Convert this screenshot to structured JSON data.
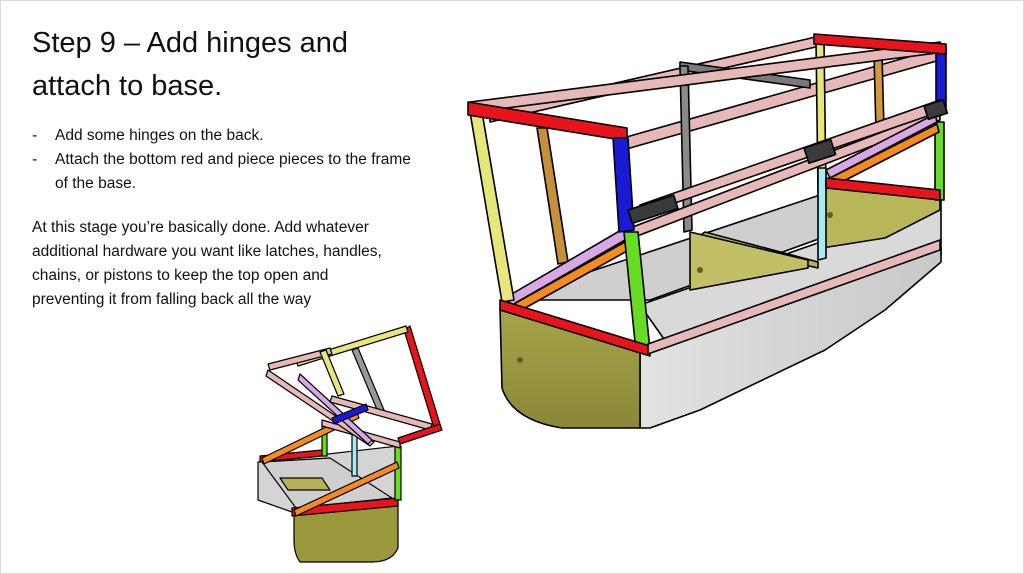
{
  "slide": {
    "title": "Step 9 – Add hinges and attach to base.",
    "bullets": [
      "Add some hinges on the back.",
      "Attach the bottom red and piece pieces to the frame of the base."
    ],
    "bullet_marker": "-",
    "paragraph": "At this stage you’re basically done. Add whatever additional hardware you want like latches, handles, chains, or pistons to keep the top open and preventing it from falling back all the way"
  },
  "colors": {
    "red": "#e8141c",
    "pink": "#e6b8b8",
    "blue": "#1a1ad6",
    "green": "#66dd22",
    "yellow": "#e6e67a",
    "orange": "#f58a1f",
    "lavender": "#d8a8e6",
    "cyan": "#a8ecf2",
    "gray": "#9a9a9a",
    "wood": "#9a9a3c",
    "metal": "#d2d2d2",
    "hinge": "#3a3a3a"
  }
}
